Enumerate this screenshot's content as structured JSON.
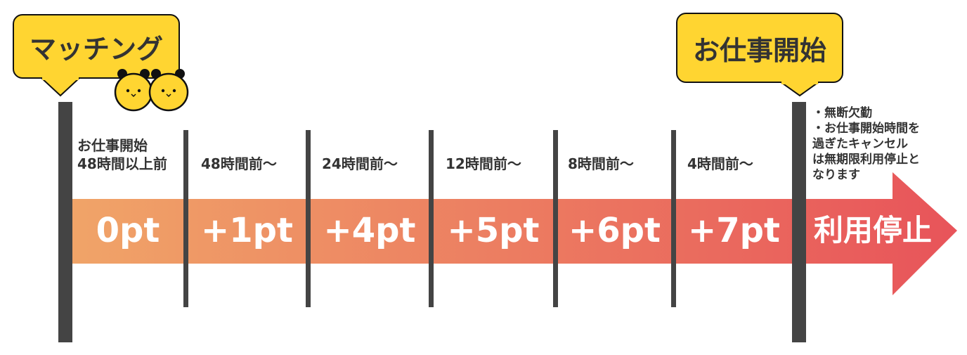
{
  "callouts": {
    "matching": "マッチング",
    "start": "お仕事開始"
  },
  "columns": [
    {
      "label_line1": "お仕事開始",
      "label_line2": "48時間以上前",
      "points": "0pt"
    },
    {
      "label_line1": "",
      "label_line2": "48時間前〜",
      "points": "+1pt"
    },
    {
      "label_line1": "",
      "label_line2": "24時間前〜",
      "points": "+4pt"
    },
    {
      "label_line1": "",
      "label_line2": "12時間前〜",
      "points": "+5pt"
    },
    {
      "label_line1": "",
      "label_line2": "8時間前〜",
      "points": "+6pt"
    },
    {
      "label_line1": "",
      "label_line2": "4時間前〜",
      "points": "+7pt"
    }
  ],
  "final": {
    "label": "利用停止",
    "note_lines": [
      "・無断欠勤",
      "・お仕事開始時間を",
      "過ぎたキャンセル",
      "は無期限利用停止と",
      "なります"
    ]
  },
  "colors": {
    "callout": "#FFD531",
    "arrow_start": "#F0A468",
    "arrow_end": "#E8545A",
    "tick": "#444444"
  },
  "icons": [
    "panda-mascot-icon",
    "panda-mascot-icon"
  ]
}
